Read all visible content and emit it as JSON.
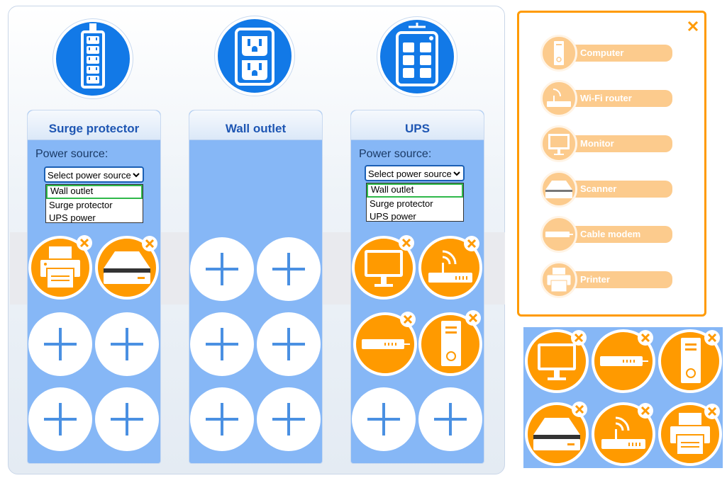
{
  "columns": [
    {
      "title": "Surge protector",
      "power_label": "Power source:",
      "select_value": "Select power source",
      "options": [
        "Wall outlet",
        "Surge protector",
        "UPS power"
      ],
      "selected_option": "Wall outlet",
      "slots": [
        "printer",
        "scanner",
        "empty",
        "empty",
        "empty",
        "empty"
      ]
    },
    {
      "title": "Wall outlet",
      "slots": [
        "empty",
        "empty",
        "empty",
        "empty",
        "empty",
        "empty"
      ]
    },
    {
      "title": "UPS",
      "power_label": "Power source:",
      "select_value": "Select power source",
      "options": [
        "Wall outlet",
        "Surge protector",
        "UPS power"
      ],
      "selected_option": "Wall outlet",
      "slots": [
        "monitor",
        "wifi-router",
        "cable-modem",
        "computer",
        "empty",
        "empty"
      ]
    }
  ],
  "device_panel": {
    "items": [
      {
        "label": "Computer",
        "icon": "computer-icon"
      },
      {
        "label": "Wi-Fi router",
        "icon": "wifi-router-icon"
      },
      {
        "label": "Monitor",
        "icon": "monitor-icon"
      },
      {
        "label": "Scanner",
        "icon": "scanner-icon"
      },
      {
        "label": "Cable modem",
        "icon": "cable-modem-icon"
      },
      {
        "label": "Printer",
        "icon": "printer-icon"
      }
    ]
  },
  "device_grid": [
    "monitor",
    "cable-modem",
    "computer",
    "scanner",
    "wifi-router",
    "printer"
  ],
  "colors": {
    "accent_blue": "#1279e7",
    "column_blue": "#86b7f6",
    "device_orange": "#ff9a00",
    "panel_item_peach": "#fccb8d",
    "title_blue": "#1e56b3",
    "selected_option_border": "#2fb84a"
  }
}
